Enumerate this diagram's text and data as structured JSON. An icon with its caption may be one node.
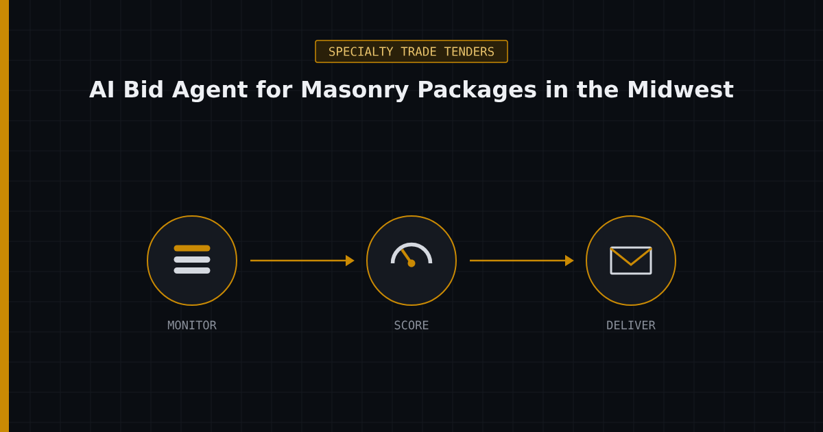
{
  "diagram": {
    "title": "AI Bid Agent for Masonry Packages in the Midwest",
    "nodes": [
      {
        "text": [
          "SPECIALTY TRADE TENDERS"
        ]
      },
      {
        "text": [],
        "shape": "circle",
        "beside": [
          "MONITOR"
        ]
      },
      {
        "text": [],
        "shape": "circle",
        "beside": [
          "SCORE"
        ]
      },
      {
        "text": [],
        "shape": "circle",
        "beside": [
          "DELIVER"
        ]
      }
    ],
    "edges": [
      {
        "from": 1,
        "to": 2,
        "arrow": "to"
      },
      {
        "from": 2,
        "to": 3,
        "arrow": "to"
      }
    ]
  }
}
